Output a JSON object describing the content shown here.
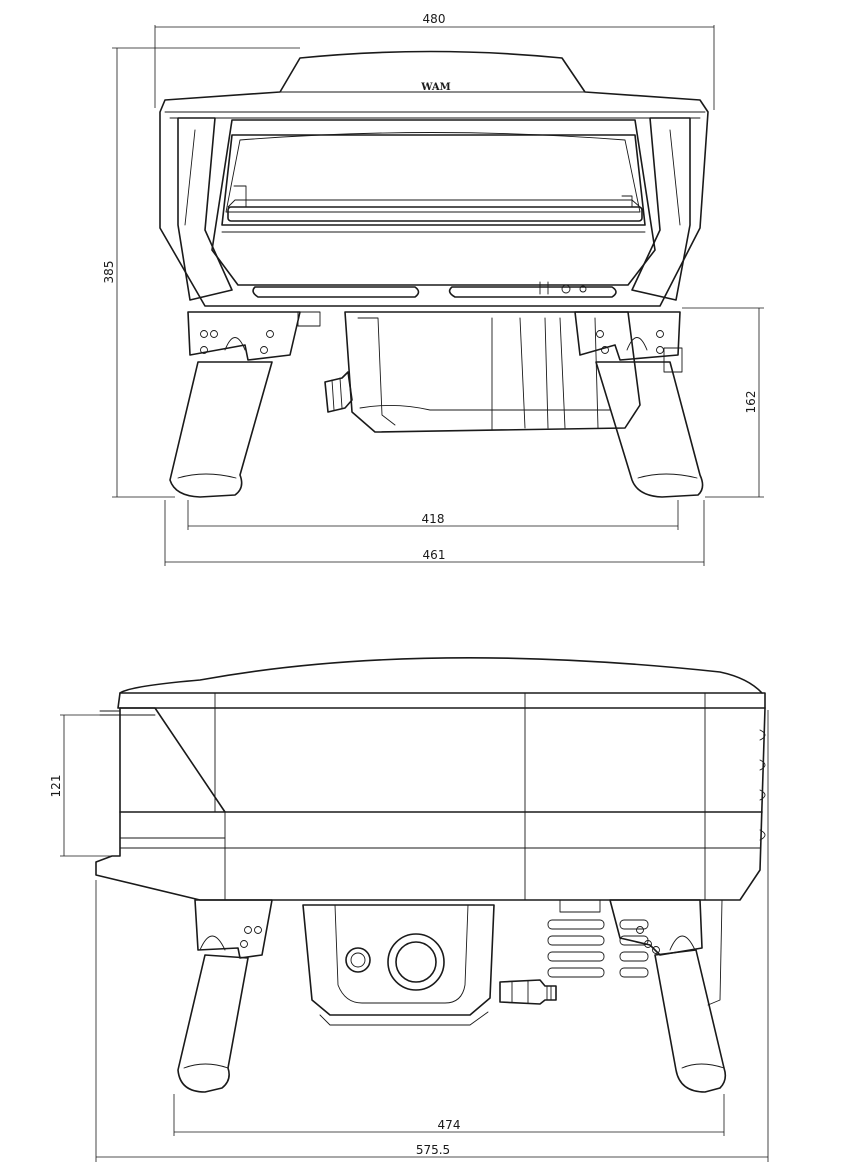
{
  "brand_mark": "WAM",
  "front_view": {
    "dimensions": {
      "overall_width": "480",
      "height": "385",
      "leg_height": "162",
      "leg_span_inner": "418",
      "leg_span_outer": "461"
    }
  },
  "side_view": {
    "dimensions": {
      "mouth_height": "121",
      "leg_span": "474",
      "overall_depth": "575.5"
    }
  },
  "colors": {
    "line": "#1a1a1a",
    "background": "#ffffff"
  }
}
